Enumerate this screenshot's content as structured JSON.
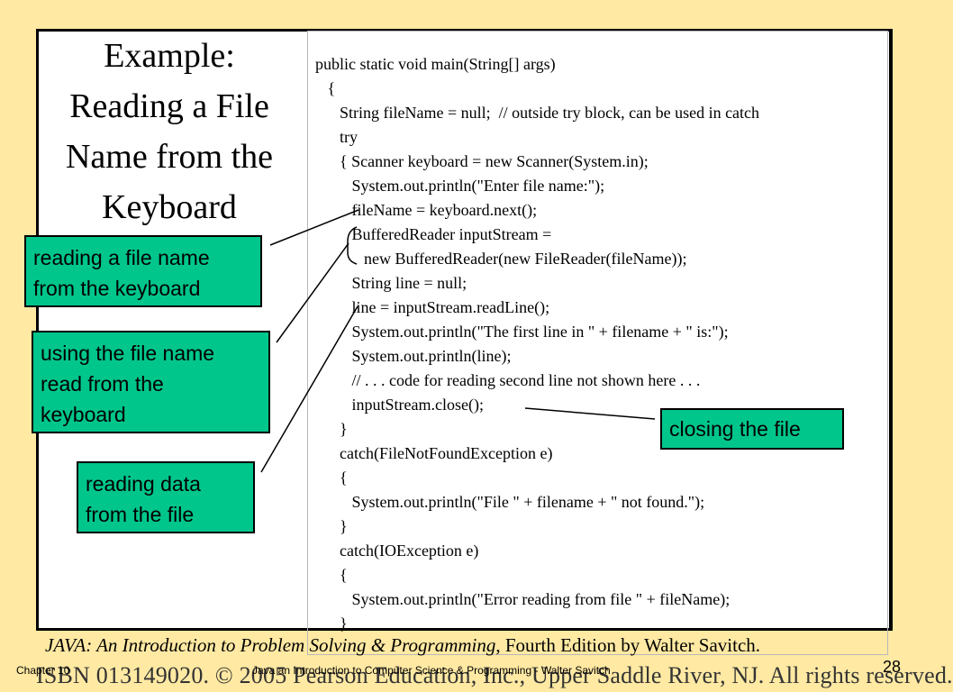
{
  "title": {
    "lines": [
      "Example:",
      "Reading a File",
      "Name from the",
      "Keyboard"
    ]
  },
  "code": {
    "lines": [
      "public static void main(String[] args)",
      "   {",
      "      String fileName = null;  // outside try block, can be used in catch",
      "      try",
      "      { Scanner keyboard = new Scanner(System.in);",
      "         System.out.println(\"Enter file name:\");",
      "         fileName = keyboard.next();",
      "         BufferedReader inputStream =",
      "            new BufferedReader(new FileReader(fileName));",
      "         String line = null;",
      "         line = inputStream.readLine();",
      "         System.out.println(\"The first line in \" + filename + \" is:\");",
      "         System.out.println(line);",
      "         // . . . code for reading second line not shown here . . .",
      "         inputStream.close();",
      "      }",
      "      catch(FileNotFoundException e)",
      "      {",
      "         System.out.println(\"File \" + filename + \" not found.\");",
      "      }",
      "      catch(IOException e)",
      "      {",
      "         System.out.println(\"Error reading from file \" + fileName);",
      "      }"
    ]
  },
  "callouts": {
    "reading_name": [
      "reading a file name",
      "from the keyboard"
    ],
    "using_name": [
      "using the file name",
      "read from the",
      "keyboard"
    ],
    "reading_data": [
      "reading data",
      "from the file"
    ],
    "closing": [
      "closing the file"
    ]
  },
  "footer": {
    "book_title": "JAVA: An Introduction to Problem Solving & Programming",
    "book_rest": ", Fourth Edition by Walter Savitch.",
    "copyright": "ISBN 013149020. © 2005 Pearson Education, Inc., Upper Saddle River, NJ. All rights reserved.",
    "chapter": "Chapter 10",
    "caption": "Java an Introduction to Computer Science & Programming - Walter Savitch",
    "page": "28"
  },
  "colors": {
    "background": "#FFE9A3",
    "callout": "#00C68C"
  }
}
